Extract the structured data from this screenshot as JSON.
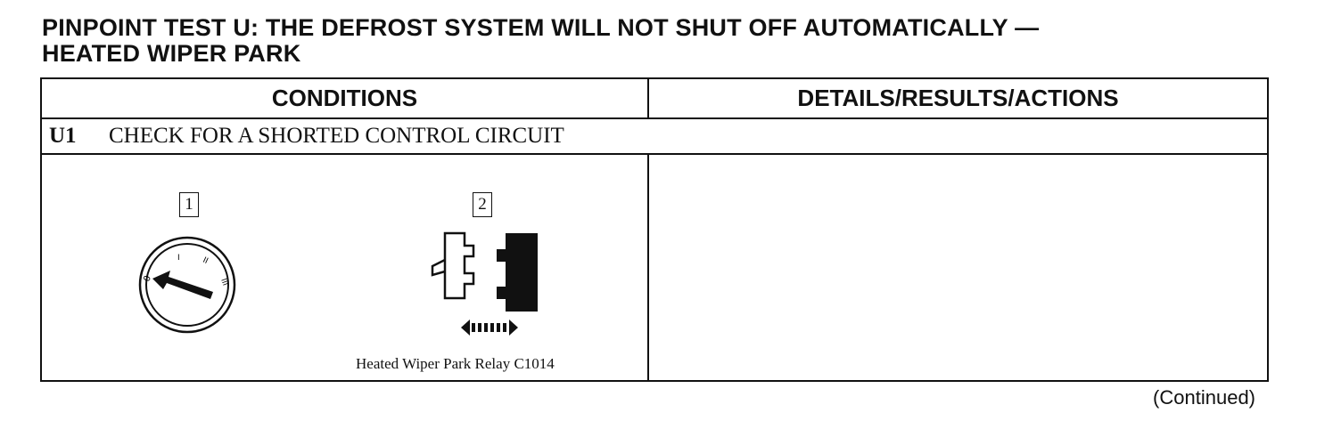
{
  "title": {
    "line1": "PINPOINT TEST U:  THE DEFROST SYSTEM WILL NOT SHUT OFF AUTOMATICALLY —",
    "line2": "HEATED WIPER PARK"
  },
  "table": {
    "col_conditions": "CONDITIONS",
    "col_details": "DETAILS/RESULTS/ACTIONS",
    "step": {
      "id": "U1",
      "text": "CHECK FOR A SHORTED CONTROL CIRCUIT"
    },
    "figure": {
      "callout_1": "1",
      "callout_2": "2",
      "caption": "Heated Wiper Park Relay C1014",
      "ignition_marks": [
        "0",
        "I",
        "II",
        "III"
      ],
      "icons": [
        "ignition-switch-off-icon",
        "connector-disconnect-icon",
        "double-arrow-icon"
      ]
    }
  },
  "footer": {
    "continued": "(Continued)"
  }
}
